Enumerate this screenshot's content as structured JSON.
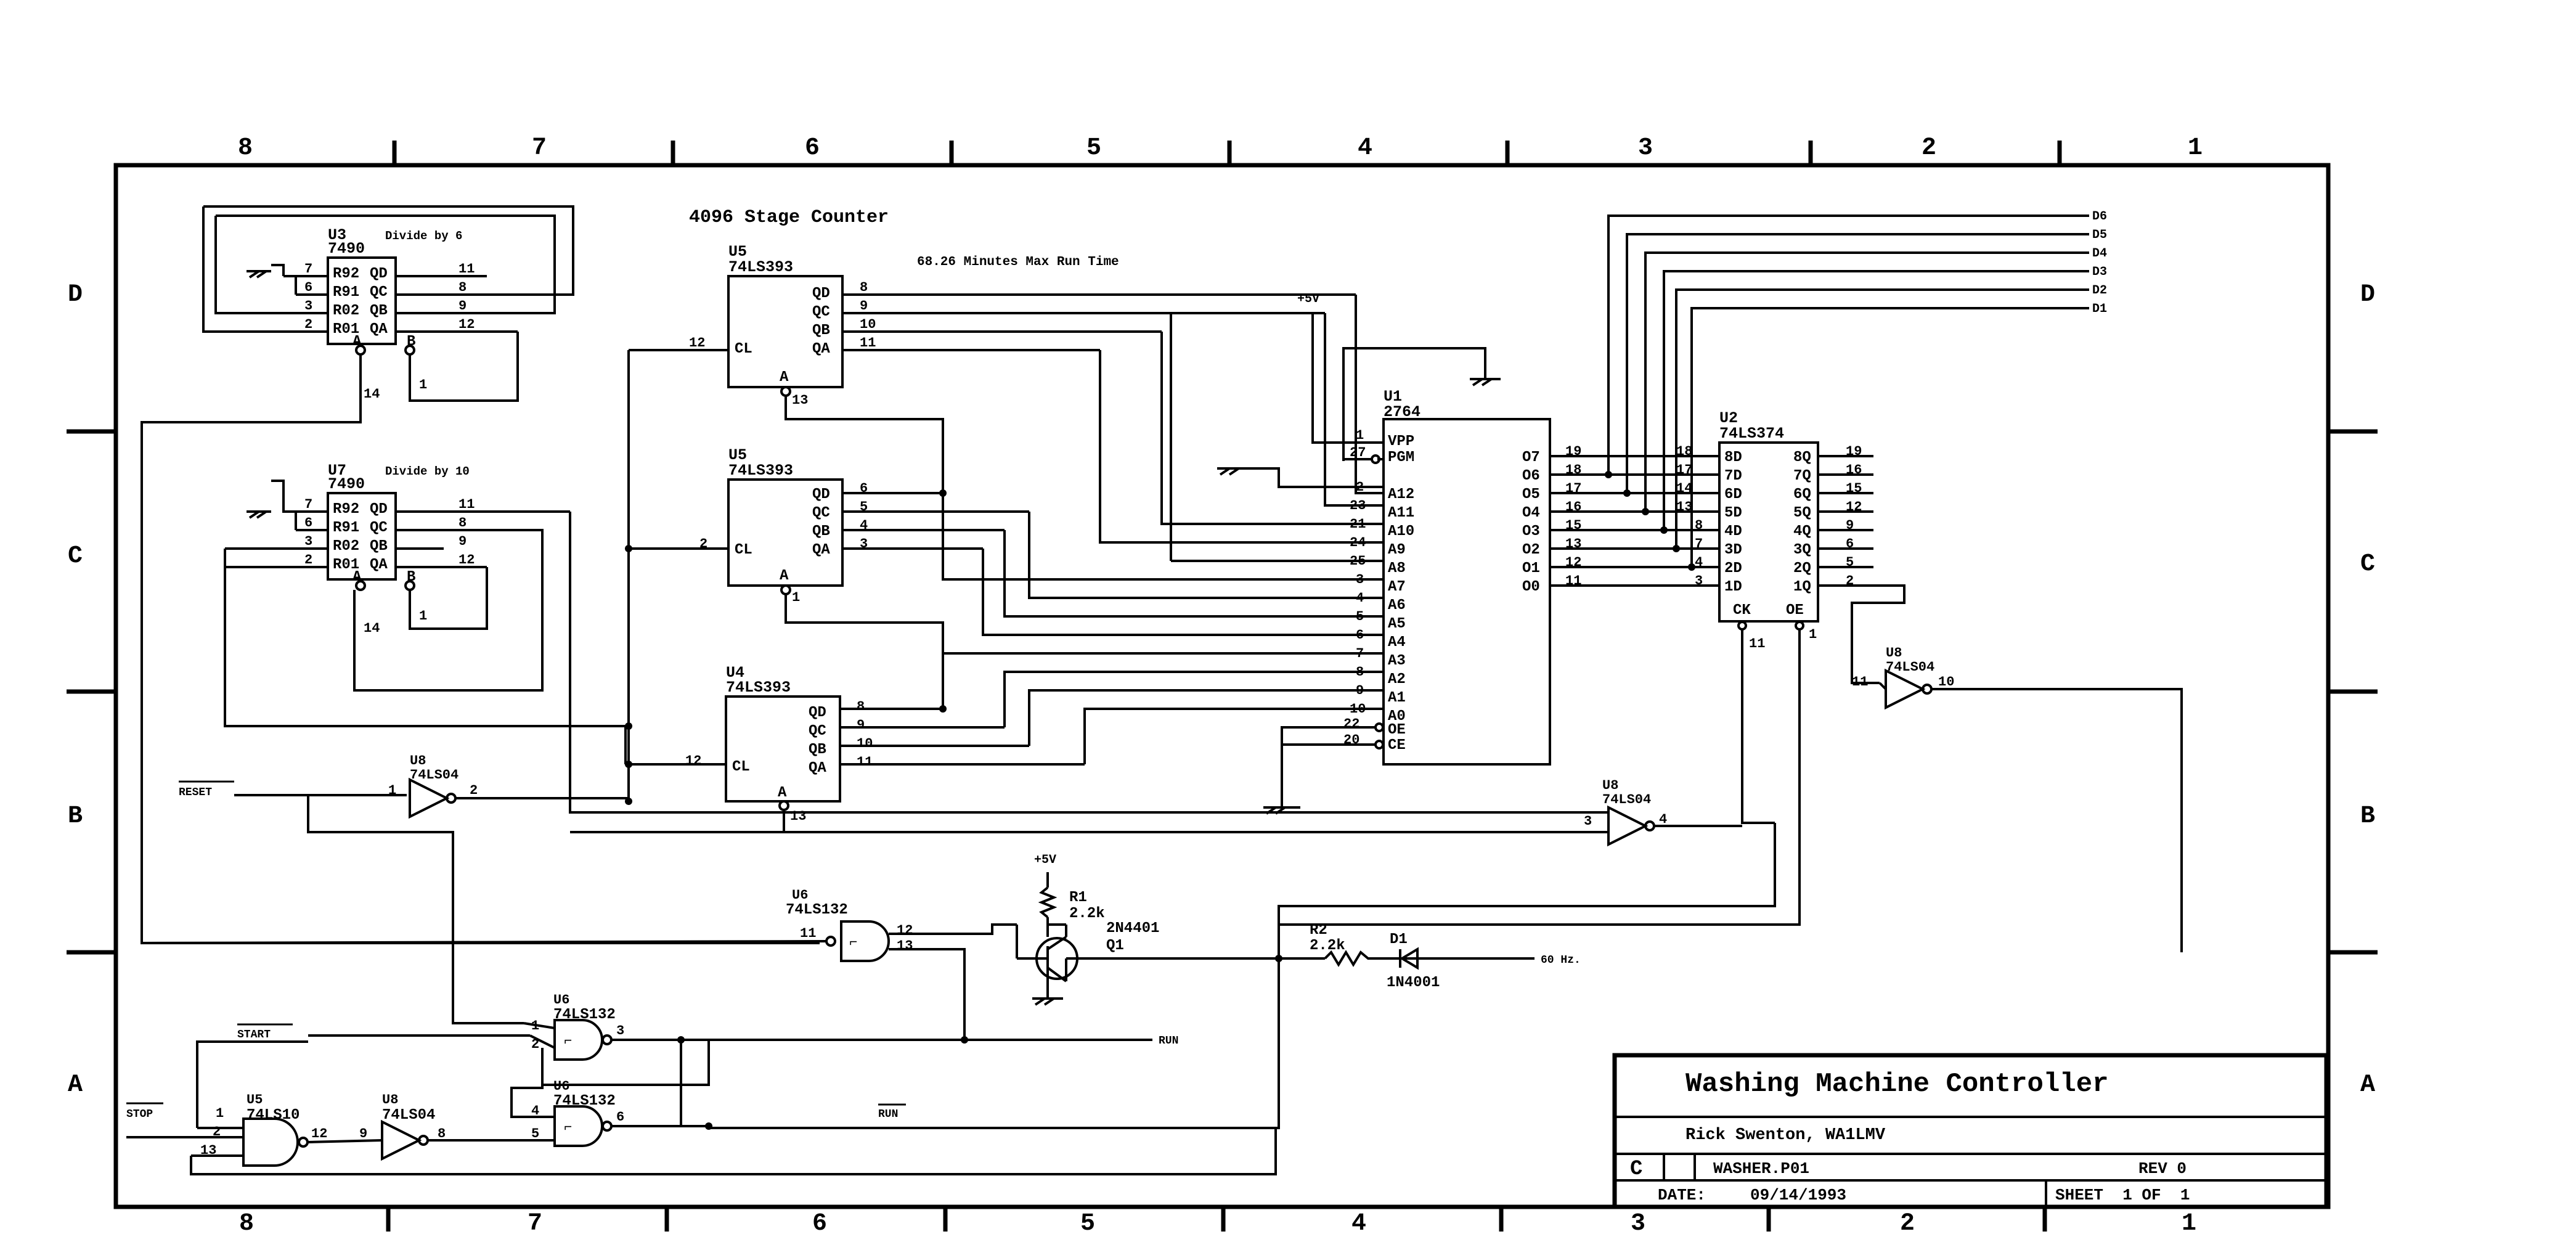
{
  "zones": {
    "columns": [
      "8",
      "7",
      "6",
      "5",
      "4",
      "3",
      "2",
      "1"
    ],
    "rows": [
      "D",
      "C",
      "B",
      "A"
    ]
  },
  "notes": {
    "counter": "4096 Stage Counter",
    "runtime": "68.26 Minutes Max Run Time",
    "divide6": "Divide by 6",
    "divide10": "Divide by 10"
  },
  "chips": {
    "u3": {
      "ref": "U3",
      "part": "7490",
      "pins_left": [
        "R92",
        "R91",
        "R02",
        "R01"
      ],
      "pins_right": [
        "QD",
        "QC",
        "QB",
        "QA"
      ],
      "pin_nums_left": [
        "7",
        "6",
        "3",
        "2"
      ],
      "pin_nums_right": [
        "11",
        "8",
        "9",
        "12"
      ],
      "clk": [
        "A",
        "B"
      ],
      "clk_nums": [
        "14",
        "1"
      ]
    },
    "u7": {
      "ref": "U7",
      "part": "7490",
      "pins_left": [
        "R92",
        "R91",
        "R02",
        "R01"
      ],
      "pins_right": [
        "QD",
        "QC",
        "QB",
        "QA"
      ],
      "pin_nums_left": [
        "7",
        "6",
        "3",
        "2"
      ],
      "pin_nums_right": [
        "11",
        "8",
        "9",
        "12"
      ],
      "clk": [
        "A",
        "B"
      ],
      "clk_nums": [
        "14",
        "1"
      ]
    },
    "u5a": {
      "ref": "U5",
      "part": "74LS393",
      "pins_right": [
        "QD",
        "QC",
        "QB",
        "QA"
      ],
      "pin_nums_right": [
        "8",
        "9",
        "10",
        "11"
      ],
      "cl": "CL",
      "cl_num": "12",
      "a": "A",
      "a_num": "13"
    },
    "u5b": {
      "ref": "U5",
      "part": "74LS393",
      "pins_right": [
        "QD",
        "QC",
        "QB",
        "QA"
      ],
      "pin_nums_right": [
        "6",
        "5",
        "4",
        "3"
      ],
      "cl": "CL",
      "cl_num": "2",
      "a": "A",
      "a_num": "1"
    },
    "u4": {
      "ref": "U4",
      "part": "74LS393",
      "pins_right": [
        "QD",
        "QC",
        "QB",
        "QA"
      ],
      "pin_nums_right": [
        "8",
        "9",
        "10",
        "11"
      ],
      "cl": "CL",
      "cl_num": "12",
      "a": "A",
      "a_num": "13"
    },
    "u1": {
      "ref": "U1",
      "part": "2764",
      "pins_left": [
        "VPP",
        "PGM",
        "A12",
        "A11",
        "A10",
        "A9",
        "A8",
        "A7",
        "A6",
        "A5",
        "A4",
        "A3",
        "A2",
        "A1",
        "A0",
        "OE",
        "CE"
      ],
      "pin_nums_left": [
        "1",
        "27",
        "2",
        "23",
        "21",
        "24",
        "25",
        "3",
        "4",
        "5",
        "6",
        "7",
        "8",
        "9",
        "10",
        "22",
        "20"
      ],
      "pins_right": [
        "O7",
        "O6",
        "O5",
        "O4",
        "O3",
        "O2",
        "O1",
        "O0"
      ],
      "pin_nums_right": [
        "19",
        "18",
        "17",
        "16",
        "15",
        "13",
        "12",
        "11"
      ]
    },
    "u2": {
      "ref": "U2",
      "part": "74LS374",
      "pins_left": [
        "8D",
        "7D",
        "6D",
        "5D",
        "4D",
        "3D",
        "2D",
        "1D"
      ],
      "pin_nums_left": [
        "18",
        "17",
        "14",
        "13",
        "8",
        "7",
        "4",
        "3"
      ],
      "pins_right": [
        "8Q",
        "7Q",
        "6Q",
        "5Q",
        "4Q",
        "3Q",
        "2Q",
        "1Q"
      ],
      "pin_nums_right": [
        "19",
        "16",
        "15",
        "12",
        "9",
        "6",
        "5",
        "2"
      ],
      "ck": "CK",
      "ck_num": "11",
      "oe": "OE",
      "oe_num": "1"
    }
  },
  "outputs": [
    "D6",
    "D5",
    "D4",
    "D3",
    "D2",
    "D1"
  ],
  "gates": {
    "u8_reset": {
      "ref": "U8",
      "part": "74LS04",
      "in": "1",
      "out": "2"
    },
    "u8_b": {
      "ref": "U8",
      "part": "74LS04",
      "in": "3",
      "out": "4"
    },
    "u8_oe": {
      "ref": "U8",
      "part": "74LS04",
      "in": "11",
      "out": "10"
    },
    "u8_a": {
      "ref": "U8",
      "part": "74LS04",
      "in": "9",
      "out": "8"
    },
    "u6_top": {
      "ref": "U6",
      "part": "74LS132",
      "in1": "11",
      "in2": "13",
      "out": "12"
    },
    "u6_a1": {
      "ref": "U6",
      "part": "74LS132",
      "in1": "1",
      "in2": "2",
      "out": "3"
    },
    "u6_a2": {
      "ref": "U6",
      "part": "74LS132",
      "in1": "4",
      "in2": "5",
      "out": "6"
    },
    "u5_nand3": {
      "ref": "U5",
      "part": "74LS10",
      "in1": "1",
      "in2": "2",
      "in3": "13",
      "out": "12"
    }
  },
  "signals": {
    "reset": "RESET",
    "start": "START",
    "stop": "STOP",
    "run": "RUN",
    "run_bar": "RUN",
    "vcc": "+5V",
    "line": "60 Hz."
  },
  "parts": {
    "r1": {
      "ref": "R1",
      "value": "2.2k"
    },
    "r2": {
      "ref": "R2",
      "value": "2.2k"
    },
    "q1": {
      "ref": "Q1",
      "part": "2N4401"
    },
    "d1": {
      "ref": "D1",
      "part": "1N4001"
    }
  },
  "title_block": {
    "title": "Washing Machine Controller",
    "author": "Rick Swenton, WA1LMV",
    "size": "C",
    "file": "WASHER.P01",
    "rev": "REV 0",
    "date_label": "DATE:",
    "date": "09/14/1993",
    "sheet": "SHEET  1 OF  1"
  }
}
